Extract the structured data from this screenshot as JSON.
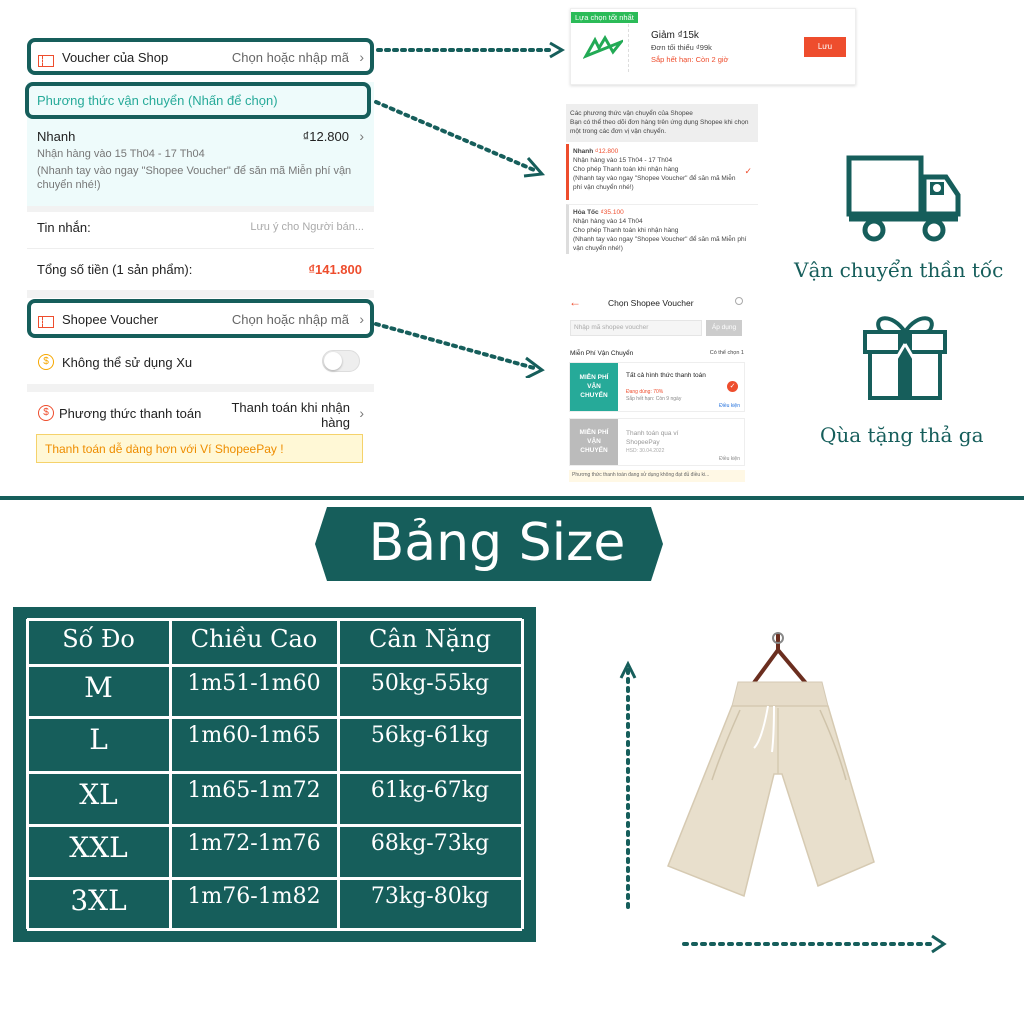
{
  "checkout": {
    "shop_voucher": {
      "label": "Voucher của Shop",
      "action": "Chọn hoặc nhập mã"
    },
    "shipping_method": {
      "label": "Phương thức vận chuyển (Nhấn để chọn)"
    },
    "shipping_option": {
      "name": "Nhanh",
      "price": "₫12.800",
      "date": "Nhận hàng vào 15 Th04 - 17 Th04",
      "note": "(Nhanh tay vào ngay \"Shopee Voucher\" để săn mã Miễn phí vận chuyển nhé!)"
    },
    "message": {
      "label": "Tin nhắn:",
      "placeholder": "Lưu ý cho Người bán..."
    },
    "total": {
      "label": "Tổng số tiền (1 sản phẩm):",
      "value": "₫141.800"
    },
    "shopee_voucher": {
      "label": "Shopee Voucher",
      "action": "Chọn hoặc nhập mã"
    },
    "coins": {
      "label": "Không thể sử dụng Xu"
    },
    "payment": {
      "label": "Phương thức thanh toán",
      "value": "Thanh toán khi nhận hàng",
      "promo": "Thanh toán dễ dàng hơn với Ví ShopeePay !"
    }
  },
  "voucher_card": {
    "badge": "Lựa chọn tốt nhất",
    "title": "Giảm ₫15k",
    "min": "Đơn tối thiểu ₫99k",
    "expiry": "Sắp hết hạn: Còn 2 giờ",
    "save": "Lưu"
  },
  "shipping_list": {
    "header": "Các phương thức vận chuyển của Shopee",
    "sub": "Bạn có thể theo dõi đơn hàng trên ứng dụng Shopee khi chọn một trong các đơn vị vận chuyển.",
    "opt1": {
      "name": "Nhanh",
      "price": "₫12.800",
      "date": "Nhận hàng vào 15 Th04 - 17 Th04",
      "cod": "Cho phép Thanh toán khi nhận hàng",
      "note": "(Nhanh tay vào ngay \"Shopee Voucher\" để săn mã Miễn phí vận chuyển nhé!)"
    },
    "opt2": {
      "name": "Hỏa Tốc",
      "price": "₫35.100",
      "date": "Nhận hàng vào 14 Th04",
      "cod": "Cho phép Thanh toán khi nhận hàng",
      "note": "(Nhanh tay vào ngay \"Shopee Voucher\" để săn mã Miễn phí vận chuyển nhé!)"
    }
  },
  "voucher_picker": {
    "title": "Chọn Shopee Voucher",
    "input_placeholder": "Nhập mã shopee voucher",
    "apply": "Áp dụng",
    "section": "Miễn Phí Vận Chuyển",
    "count": "Có thể chọn 1",
    "v1_tag": "MIỄN PHÍ VẬN CHUYỂN",
    "v1_title": "Tất cả hình thức thanh toán",
    "v1_sub": "Đang dùng: 70%",
    "v1_exp": "Sắp hết hạn: Còn 9 ngày",
    "v1_cond": "Điều kiện",
    "v2_tag": "MIỄN PHÍ VẬN CHUYỂN",
    "v2_title": "Thanh toán qua ví ShopeePay",
    "v2_exp": "HSD: 30.04.2022",
    "v2_cond": "Điều kiện",
    "footer": "Phương thức thanh toán đang sử dụng không đạt đủ điều ki..."
  },
  "features": {
    "shipping": "Vận chuyển thần tốc",
    "gift": "Qùa tặng thả ga"
  },
  "size_chart": {
    "title": "Bảng Size",
    "headers": [
      "Số Đo",
      "Chiều Cao",
      "Cân Nặng"
    ],
    "rows": [
      [
        "M",
        "1m51-1m60",
        "50kg-55kg"
      ],
      [
        "L",
        "1m60-1m65",
        "56kg-61kg"
      ],
      [
        "XL",
        "1m65-1m72",
        "61kg-67kg"
      ],
      [
        "XXL",
        "1m72-1m76",
        "68kg-73kg"
      ],
      [
        "3XL",
        "1m76-1m82",
        "73kg-80kg"
      ]
    ]
  },
  "colors": {
    "teal": "#165e5b",
    "shopee_orange": "#ee4d2d",
    "shorts": "#e8dfcc"
  }
}
